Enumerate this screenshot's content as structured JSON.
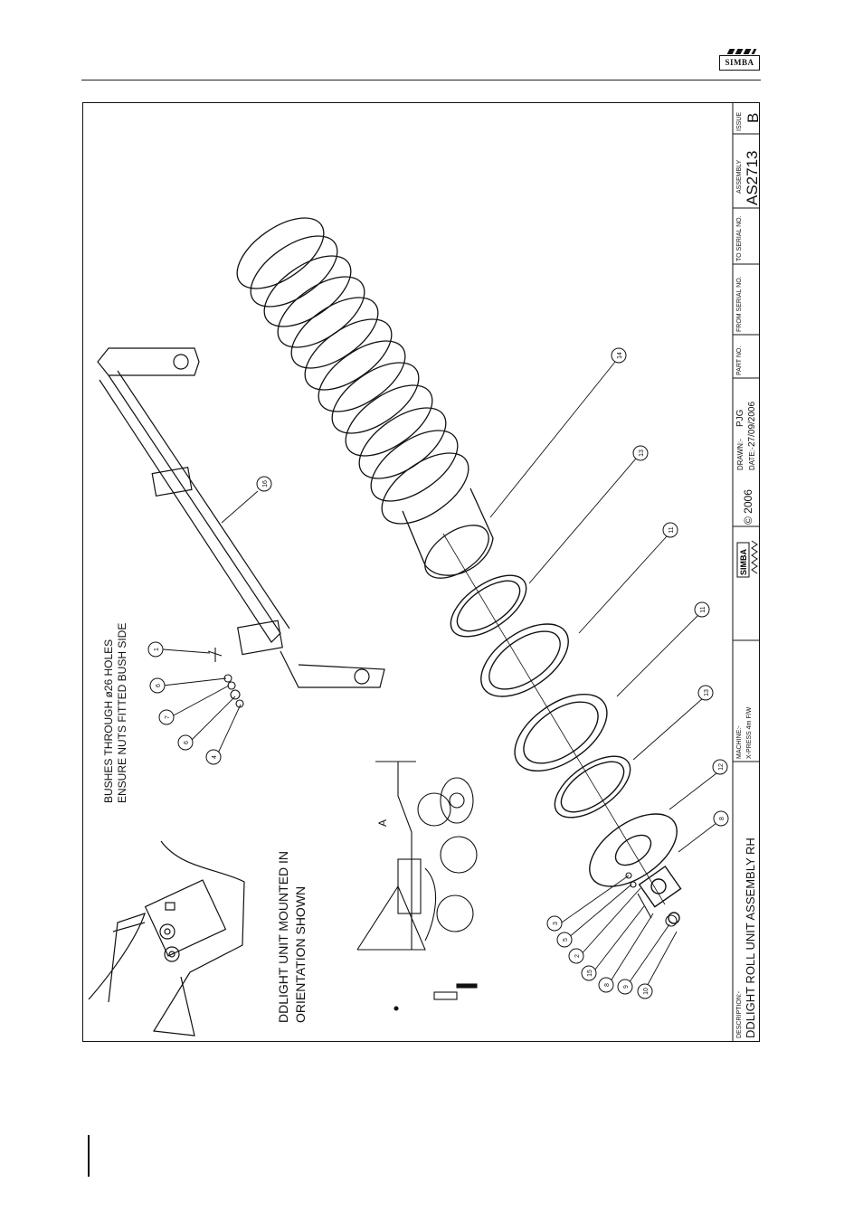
{
  "header": {
    "logo_text": "SIMBA"
  },
  "drawing": {
    "notes": {
      "bushes_line1": "BUSHES THROUGH ø26 HOLES",
      "bushes_line2": "ENSURE NUTS FITTED BUSH SIDE",
      "orientation_line1": "DDLIGHT UNIT MOUNTED IN",
      "orientation_line2": "ORIENTATION SHOWN",
      "view_label": "A"
    },
    "balloons": [
      "1",
      "6",
      "7",
      "6",
      "4",
      "16",
      "14",
      "13",
      "11",
      "11",
      "13",
      "12",
      "8",
      "3",
      "5",
      "2",
      "15",
      "8",
      "9",
      "10"
    ]
  },
  "title_block": {
    "description_label": "DESCRIPTION:-",
    "description_value": "DDLIGHT ROLL UNIT ASSEMBLY RH",
    "machine_label": "MACHINE:-",
    "machine_value": "X-PRESS 4m F/W",
    "logo_text": "SIMBA",
    "copyright": "© 2006",
    "drawn_label": "DRAWN:-",
    "drawn_value": "PJG",
    "date_label": "DATE:-",
    "date_value": "27/09/2006",
    "part_no_label": "PART NO.",
    "from_serial_label": "FROM SERIAL NO.",
    "to_serial_label": "TO SERIAL NO.",
    "assembly_label": "ASSEMBLY",
    "assembly_value": "AS2713",
    "issue_label": "ISSUE",
    "issue_value": "B"
  }
}
